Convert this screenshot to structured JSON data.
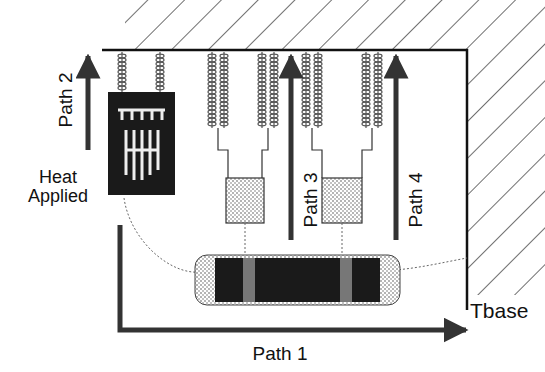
{
  "diagram": {
    "labels": [
      "Path 2",
      "Heat Applied",
      "Path 3",
      "Path 4",
      "Path 1",
      "Tbase"
    ]
  }
}
